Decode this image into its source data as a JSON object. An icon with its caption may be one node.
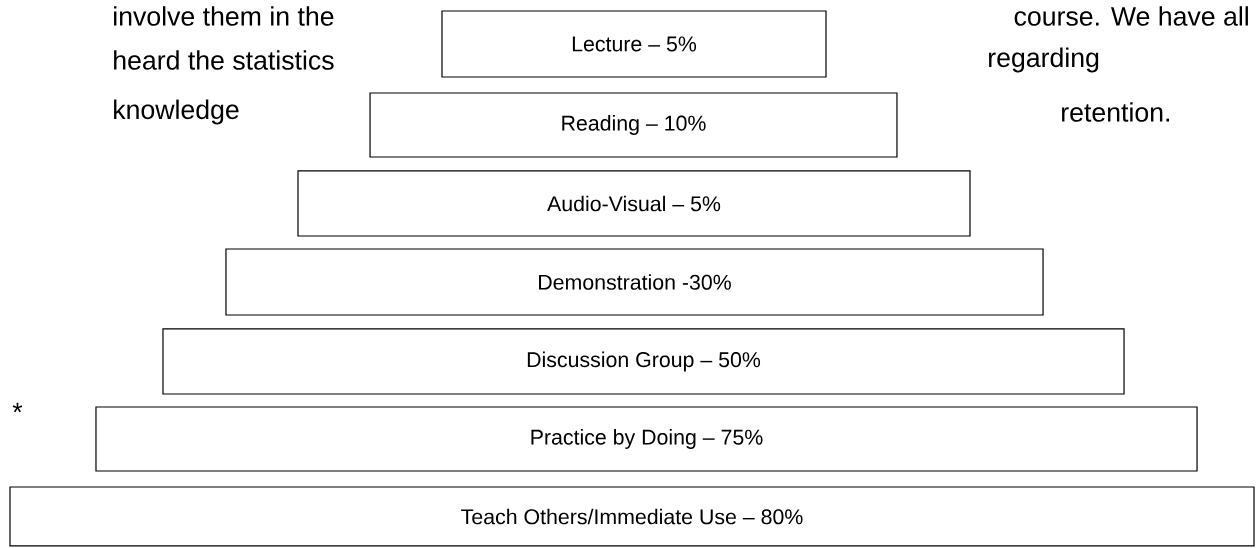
{
  "diagram": {
    "nodes": [
      {
        "text": [
          "Lecture – 5%"
        ]
      },
      {
        "text": [
          "Reading – 10%"
        ]
      },
      {
        "text": [
          "Audio-Visual – 5%"
        ]
      },
      {
        "text": [
          "Demonstration -30%"
        ]
      },
      {
        "text": [
          "Discussion Group – 50%"
        ]
      },
      {
        "text": [
          "Practice by Doing – 75%"
        ]
      },
      {
        "text": [
          "Teach Others/Immediate Use – 80%"
        ]
      }
    ],
    "labels": [
      "involve them in the",
      "course. We have all",
      "heard the statistics",
      "regarding",
      "knowledge",
      "retention.",
      "*"
    ]
  }
}
